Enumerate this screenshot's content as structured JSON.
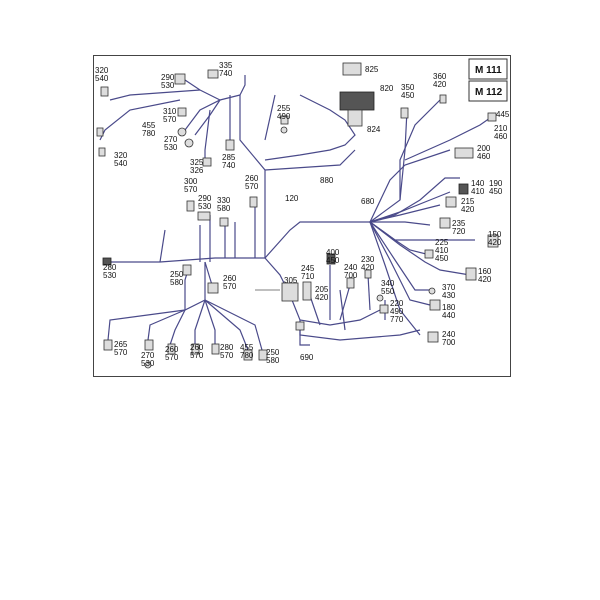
{
  "badges": [
    "M 111",
    "M 112"
  ],
  "labels": [
    {
      "id": "l1",
      "lines": [
        "320",
        "540"
      ]
    },
    {
      "id": "l2",
      "lines": [
        "290",
        "530"
      ]
    },
    {
      "id": "l3",
      "lines": [
        "335",
        "740"
      ]
    },
    {
      "id": "l4",
      "lines": [
        "825"
      ]
    },
    {
      "id": "l5",
      "lines": [
        "820"
      ]
    },
    {
      "id": "l6",
      "lines": [
        "824"
      ]
    },
    {
      "id": "l7",
      "lines": [
        "350",
        "450"
      ]
    },
    {
      "id": "l8",
      "lines": [
        "360",
        "420"
      ]
    },
    {
      "id": "l9",
      "lines": [
        "445"
      ]
    },
    {
      "id": "l10",
      "lines": [
        "210",
        "460"
      ]
    },
    {
      "id": "l11",
      "lines": [
        "310",
        "570"
      ]
    },
    {
      "id": "l12",
      "lines": [
        "455",
        "780"
      ]
    },
    {
      "id": "l13",
      "lines": [
        "270",
        "530"
      ]
    },
    {
      "id": "l14",
      "lines": [
        "255",
        "490"
      ]
    },
    {
      "id": "l15",
      "lines": [
        "200",
        "460"
      ]
    },
    {
      "id": "l16",
      "lines": [
        "320",
        "540"
      ]
    },
    {
      "id": "l17",
      "lines": [
        "285",
        "740"
      ]
    },
    {
      "id": "l18",
      "lines": [
        "325",
        "326"
      ]
    },
    {
      "id": "l19",
      "lines": [
        "880"
      ]
    },
    {
      "id": "l20",
      "lines": [
        "300",
        "570"
      ]
    },
    {
      "id": "l21",
      "lines": [
        "260",
        "570"
      ]
    },
    {
      "id": "l22",
      "lines": [
        "120"
      ]
    },
    {
      "id": "l23",
      "lines": [
        "140",
        "410"
      ]
    },
    {
      "id": "l24",
      "lines": [
        "190",
        "450"
      ]
    },
    {
      "id": "l25",
      "lines": [
        "290",
        "530"
      ]
    },
    {
      "id": "l26",
      "lines": [
        "330",
        "580"
      ]
    },
    {
      "id": "l27",
      "lines": [
        "680"
      ]
    },
    {
      "id": "l28",
      "lines": [
        "215",
        "420"
      ]
    },
    {
      "id": "l29",
      "lines": [
        "235",
        "720"
      ]
    },
    {
      "id": "l30",
      "lines": [
        "150",
        "420"
      ]
    },
    {
      "id": "l31",
      "lines": [
        "225",
        "410",
        "450"
      ]
    },
    {
      "id": "l32",
      "lines": [
        "280",
        "530"
      ]
    },
    {
      "id": "l33",
      "lines": [
        "400",
        "450"
      ]
    },
    {
      "id": "l34",
      "lines": [
        "245",
        "710"
      ]
    },
    {
      "id": "l35",
      "lines": [
        "240",
        "700"
      ]
    },
    {
      "id": "l36",
      "lines": [
        "230",
        "420"
      ]
    },
    {
      "id": "l37",
      "lines": [
        "160",
        "420"
      ]
    },
    {
      "id": "l38",
      "lines": [
        "250",
        "580"
      ]
    },
    {
      "id": "l39",
      "lines": [
        "260",
        "570"
      ]
    },
    {
      "id": "l40",
      "lines": [
        "305"
      ]
    },
    {
      "id": "l41",
      "lines": [
        "205",
        "420"
      ]
    },
    {
      "id": "l42",
      "lines": [
        "340",
        "550"
      ]
    },
    {
      "id": "l43",
      "lines": [
        "370",
        "430"
      ]
    },
    {
      "id": "l44",
      "lines": [
        "220",
        "490",
        "770"
      ]
    },
    {
      "id": "l45",
      "lines": [
        "180",
        "440"
      ]
    },
    {
      "id": "l46",
      "lines": [
        "240",
        "700"
      ]
    },
    {
      "id": "l47",
      "lines": [
        "265",
        "570"
      ]
    },
    {
      "id": "l48",
      "lines": [
        "270",
        "530"
      ]
    },
    {
      "id": "l49",
      "lines": [
        "260",
        "570"
      ]
    },
    {
      "id": "l50",
      "lines": [
        "260",
        "570"
      ]
    },
    {
      "id": "l51",
      "lines": [
        "280",
        "570"
      ]
    },
    {
      "id": "l52",
      "lines": [
        "455",
        "780"
      ]
    },
    {
      "id": "l53",
      "lines": [
        "250",
        "580"
      ]
    },
    {
      "id": "l54",
      "lines": [
        "690"
      ]
    }
  ],
  "colors": {
    "wire": "#4a4a8a",
    "frame": "#444444",
    "text": "#111111"
  }
}
